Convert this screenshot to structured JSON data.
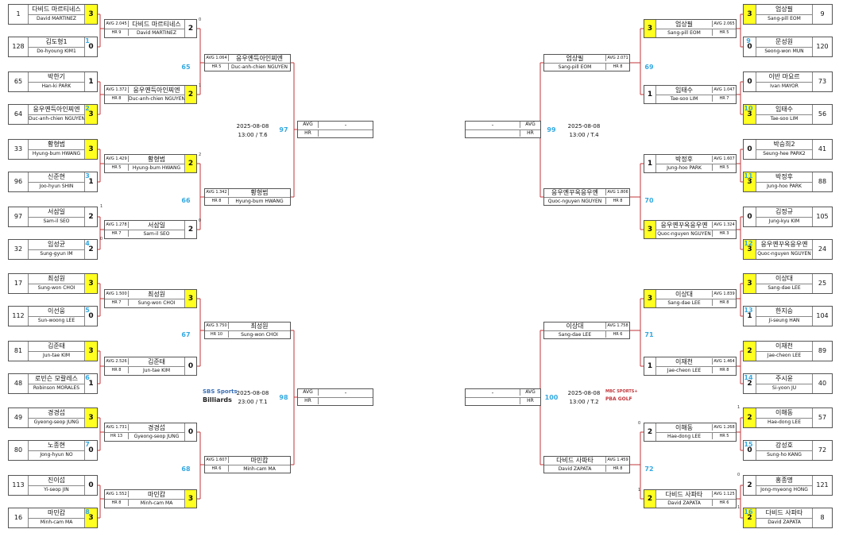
{
  "r1": [
    {
      "seed": "1",
      "kr": "다비드 마르티네스",
      "en": "David MARTINEZ",
      "score": "3",
      "win": true
    },
    {
      "seed": "128",
      "kr": "김도형1",
      "en": "Do-hyoung KIM1",
      "score": "0",
      "win": false
    },
    {
      "seed": "65",
      "kr": "박한기",
      "en": "Han-ki PARK",
      "score": "1",
      "win": false
    },
    {
      "seed": "64",
      "kr": "응우옌득아인찌엔",
      "en": "Duc-anh-chien NGUYEN",
      "score": "3",
      "win": true
    },
    {
      "seed": "33",
      "kr": "황형범",
      "en": "Hyung-bum HWANG",
      "score": "3",
      "win": true
    },
    {
      "seed": "96",
      "kr": "신준현",
      "en": "Joo-hyun SHIN",
      "score": "1",
      "win": false
    },
    {
      "seed": "97",
      "kr": "서삼일",
      "en": "Sam-il SEO",
      "score": "2",
      "win": false
    },
    {
      "seed": "32",
      "kr": "임성균",
      "en": "Sung-gyun IM",
      "score": "2",
      "win": false
    },
    {
      "seed": "17",
      "kr": "최성원",
      "en": "Sung-won CHOI",
      "score": "3",
      "win": true
    },
    {
      "seed": "112",
      "kr": "이선웅",
      "en": "Sun-woong LEE",
      "score": "0",
      "win": false
    },
    {
      "seed": "81",
      "kr": "김준태",
      "en": "Jun-tae KIM",
      "score": "3",
      "win": true
    },
    {
      "seed": "48",
      "kr": "로빈슨 모랄레스",
      "en": "Robinson MORALES",
      "score": "1",
      "win": false
    },
    {
      "seed": "49",
      "kr": "경경섭",
      "en": "Gyeong-seop JUNG",
      "score": "3",
      "win": true
    },
    {
      "seed": "80",
      "kr": "노종현",
      "en": "Jong-hyun NO",
      "score": "0",
      "win": false
    },
    {
      "seed": "113",
      "kr": "진이섭",
      "en": "Yi-seop JIN",
      "score": "0",
      "win": false
    },
    {
      "seed": "16",
      "kr": "마민캄",
      "en": "Minh-cam MA",
      "score": "3",
      "win": true
    },
    {
      "seed": "9",
      "kr": "엄상필",
      "en": "Sang-pill EOM",
      "score": "3",
      "win": true
    },
    {
      "seed": "120",
      "kr": "문성원",
      "en": "Seong-won MUN",
      "score": "0",
      "win": false
    },
    {
      "seed": "73",
      "kr": "이반 마요르",
      "en": "Ivan MAYOR",
      "score": "0",
      "win": false
    },
    {
      "seed": "56",
      "kr": "임태수",
      "en": "Tae-soo LIM",
      "score": "3",
      "win": true
    },
    {
      "seed": "41",
      "kr": "박승희2",
      "en": "Seung-hee PARK2",
      "score": "0",
      "win": false
    },
    {
      "seed": "88",
      "kr": "박정후",
      "en": "Jung-hoo PARK",
      "score": "3",
      "win": true
    },
    {
      "seed": "105",
      "kr": "김정규",
      "en": "Jung-kyu KIM",
      "score": "0",
      "win": false
    },
    {
      "seed": "24",
      "kr": "응우옌꾸옥응우옌",
      "en": "Quoc-nguyen NGUYEN",
      "score": "3",
      "win": true
    },
    {
      "seed": "25",
      "kr": "이상대",
      "en": "Sang-dae LEE",
      "score": "3",
      "win": true
    },
    {
      "seed": "104",
      "kr": "한지승",
      "en": "Ji-seung HAN",
      "score": "1",
      "win": false
    },
    {
      "seed": "89",
      "kr": "이재천",
      "en": "Jae-cheon LEE",
      "score": "2",
      "win": true
    },
    {
      "seed": "40",
      "kr": "주시윤",
      "en": "Si-yoon JU",
      "score": "2",
      "win": false
    },
    {
      "seed": "57",
      "kr": "이해동",
      "en": "Hae-dong LEE",
      "score": "2",
      "win": true
    },
    {
      "seed": "72",
      "kr": "강성호",
      "en": "Sung-ho KANG",
      "score": "0",
      "win": false
    },
    {
      "seed": "121",
      "kr": "홍종명",
      "en": "Jong-myeong HONG",
      "score": "2",
      "win": false
    },
    {
      "seed": "8",
      "kr": "다비드 사파타",
      "en": "David ZAPATA",
      "score": "2",
      "win": true
    }
  ],
  "r1_sets": [
    "",
    "",
    "",
    "",
    "",
    "",
    "1",
    "0",
    "",
    "",
    "",
    "",
    "",
    "",
    "",
    "",
    "",
    "",
    "",
    "",
    "",
    "",
    "",
    "",
    "",
    "",
    "",
    "",
    "1",
    "",
    "0",
    "1"
  ],
  "r2": [
    {
      "avg": "AVG 2.045",
      "hr": "HR 9",
      "kr": "다비드 마르티네스",
      "en": "David MARTINEZ",
      "score": "2",
      "win": false,
      "set": "0"
    },
    {
      "avg": "AVG 1.372",
      "hr": "HR 8",
      "kr": "응우옌득아인찌엔",
      "en": "Duc-anh-chien NGUYEN",
      "score": "2",
      "win": true,
      "set": "1"
    },
    {
      "avg": "AVG 1.429",
      "hr": "HR 5",
      "kr": "황형범",
      "en": "Hyung-bum HWANG",
      "score": "2",
      "win": true,
      "set": "2"
    },
    {
      "avg": "AVG 1.278",
      "hr": "HR 7",
      "kr": "서삼일",
      "en": "Sam-il SEO",
      "score": "2",
      "win": false,
      "set": "0"
    },
    {
      "avg": "AVG 1.500",
      "hr": "HR 7",
      "kr": "최성원",
      "en": "Sung-won CHOI",
      "score": "3",
      "win": true,
      "set": ""
    },
    {
      "avg": "AVG 2.526",
      "hr": "HR 8",
      "kr": "김준태",
      "en": "Jun-tae KIM",
      "score": "0",
      "win": false,
      "set": ""
    },
    {
      "avg": "AVG 1.731",
      "hr": "HR 13",
      "kr": "경경섭",
      "en": "Gyeong-seop JUNG",
      "score": "0",
      "win": false,
      "set": ""
    },
    {
      "avg": "AVG 1.552",
      "hr": "HR 8",
      "kr": "마민캄",
      "en": "Minh-cam MA",
      "score": "3",
      "win": true,
      "set": ""
    },
    {
      "avg": "AVG 2.065",
      "hr": "HR 5",
      "kr": "엄상필",
      "en": "Sang-pill EOM",
      "score": "3",
      "win": true,
      "set": ""
    },
    {
      "avg": "AVG 1.047",
      "hr": "HR 7",
      "kr": "임태수",
      "en": "Tae-soo LIM",
      "score": "1",
      "win": false,
      "set": ""
    },
    {
      "avg": "AVG 1.607",
      "hr": "HR 5",
      "kr": "박정후",
      "en": "Jung-hoo PARK",
      "score": "1",
      "win": false,
      "set": ""
    },
    {
      "avg": "AVG 1.324",
      "hr": "HR 3",
      "kr": "응우옌꾸옥응우옌",
      "en": "Quoc-nguyen NGUYEN",
      "score": "3",
      "win": true,
      "set": ""
    },
    {
      "avg": "AVG 1.839",
      "hr": "HR 8",
      "kr": "이상대",
      "en": "Sang-dae LEE",
      "score": "3",
      "win": true,
      "set": ""
    },
    {
      "avg": "AVG 1.464",
      "hr": "HR 8",
      "kr": "이재천",
      "en": "Jae-cheon LEE",
      "score": "1",
      "win": false,
      "set": ""
    },
    {
      "avg": "AVG 1.268",
      "hr": "HR 5",
      "kr": "이해동",
      "en": "Hae-dong LEE",
      "score": "2",
      "win": false,
      "set": "0"
    },
    {
      "avg": "AVG 1.125",
      "hr": "HR 6",
      "kr": "다비드 사파타",
      "en": "David ZAPATA",
      "score": "2",
      "win": true,
      "set": "1"
    }
  ],
  "r3": [
    {
      "avg": "AVG 1.064",
      "hr": "HR 5",
      "kr": "응우옌득아인찌엔",
      "en": "Duc-anh-chien NGUYEN"
    },
    {
      "avg": "AVG 1.342",
      "hr": "HR 8",
      "kr": "황형범",
      "en": "Hyung-bum HWANG"
    },
    {
      "avg": "AVG 3.750",
      "hr": "HR 10",
      "kr": "최성원",
      "en": "Sung-won CHOI"
    },
    {
      "avg": "AVG 1.607",
      "hr": "HR 6",
      "kr": "마민캄",
      "en": "Minh-cam MA"
    },
    {
      "avg": "AVG 2.071",
      "hr": "HR 8",
      "kr": "엄상필",
      "en": "Sang-pill EOM"
    },
    {
      "avg": "AVG 1.806",
      "hr": "HR 8",
      "kr": "응우옌꾸옥응우옌",
      "en": "Quoc-nguyen NGUYEN"
    },
    {
      "avg": "AVG 1.758",
      "hr": "HR 6",
      "kr": "이상대",
      "en": "Sang-dae LEE"
    },
    {
      "avg": "AVG 1.459",
      "hr": "HR 8",
      "kr": "다비드 사파타",
      "en": "David ZAPATA"
    }
  ],
  "r4": [
    {
      "avg": "AVG",
      "hr": "HR",
      "kr": "-"
    },
    {
      "avg": "AVG",
      "hr": "HR",
      "kr": "-"
    },
    {
      "avg": "AVG",
      "hr": "HR",
      "kr": "-"
    },
    {
      "avg": "AVG",
      "hr": "HR",
      "kr": "-"
    }
  ],
  "match_nums": {
    "r1": [
      "1",
      "2",
      "3",
      "4",
      "5",
      "6",
      "7",
      "8",
      "9",
      "10",
      "11",
      "12",
      "13",
      "14",
      "15",
      "16"
    ],
    "r2": [
      "65",
      "66",
      "67",
      "68",
      "69",
      "70",
      "71",
      "72"
    ],
    "r3": [
      "97",
      "98",
      "99",
      "100"
    ]
  },
  "schedules": [
    "2025-08-08",
    "13:00 / T.6",
    "2025-08-08",
    "23:00 / T.1",
    "2025-08-08",
    "13:00 / T.4",
    "2025-08-08",
    "13:00 / T.2"
  ],
  "logos": {
    "sbs_line1": "SBS Sports",
    "sbs_line2": "Billiards",
    "mbc_line1": "MBC SPORTS+",
    "mbc_line2": "PBA GOLF"
  },
  "colors": {
    "winner": "#ffff22",
    "match_number": "#36a9e1",
    "connector": "#c0353a"
  }
}
